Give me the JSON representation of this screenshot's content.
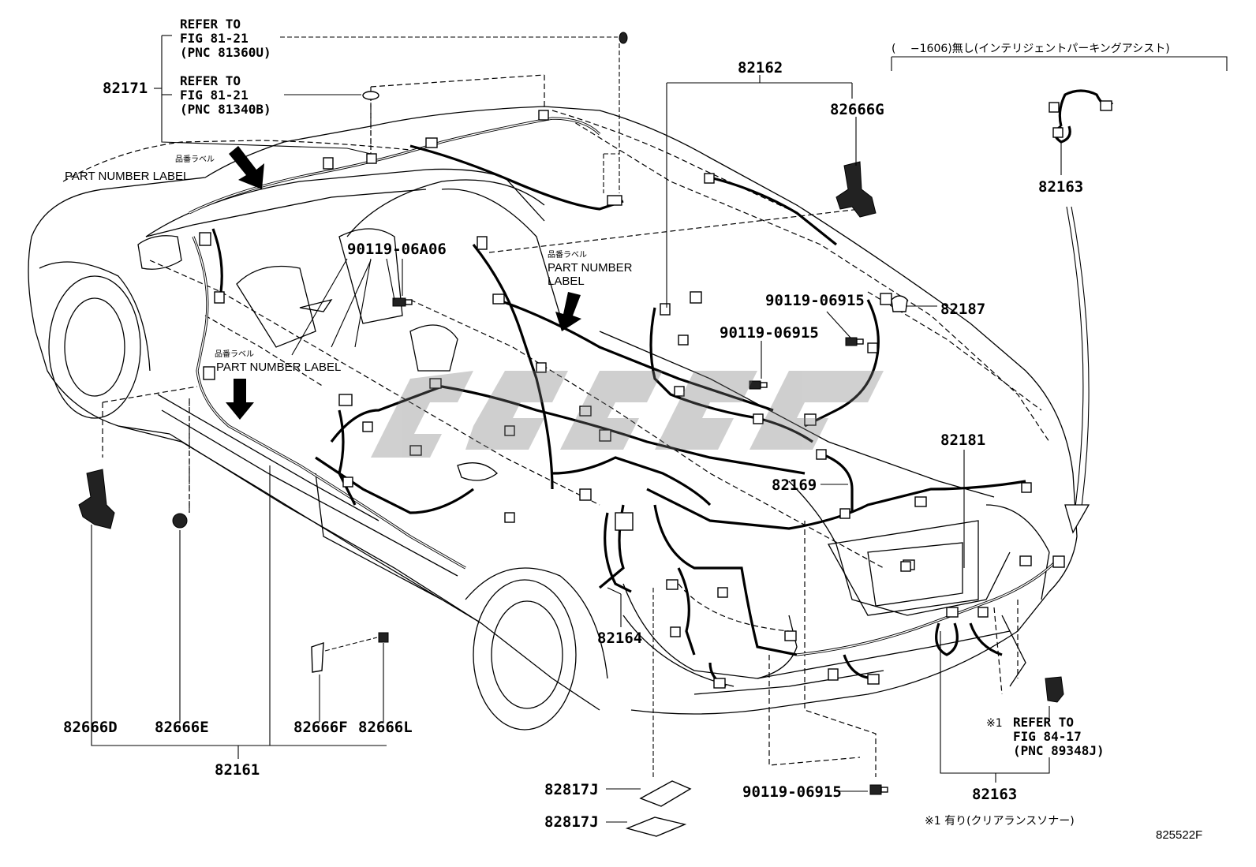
{
  "diagram": {
    "figure_code": "825522F",
    "top_note": "(　 −1606)無し(インテリジェントパーキングアシスト)",
    "bottom_note": "※1 有り(クリアランスソナー)",
    "part_number_label_jp": "品番ラベル",
    "part_number_label_en": "PART NUMBER LABEL",
    "part_number_label_line1": "PART NUMBER",
    "part_number_label_line2": "LABEL",
    "refer_to": "REFER TO",
    "ref_81_21": "FIG 81-21",
    "ref_81360u": "(PNC 81360U)",
    "ref_81340b": "(PNC 81340B)",
    "ref_84_17": "FIG 84-17",
    "ref_89348j": "(PNC 89348J)",
    "note_mark": "※1",
    "parts": {
      "p82171": "82171",
      "p82162": "82162",
      "p82666G": "82666G",
      "p82163_top": "82163",
      "p82187": "82187",
      "p90119_06a06": "90119-06A06",
      "p90119_06915_a": "90119-06915",
      "p90119_06915_b": "90119-06915",
      "p90119_06915_c": "90119-06915",
      "p82181": "82181",
      "p82169": "82169",
      "p82164": "82164",
      "p82666D": "82666D",
      "p82666E": "82666E",
      "p82666F": "82666F",
      "p82666L": "82666L",
      "p82161": "82161",
      "p82817J_a": "82817J",
      "p82817J_b": "82817J",
      "p82163_bottom": "82163"
    }
  }
}
